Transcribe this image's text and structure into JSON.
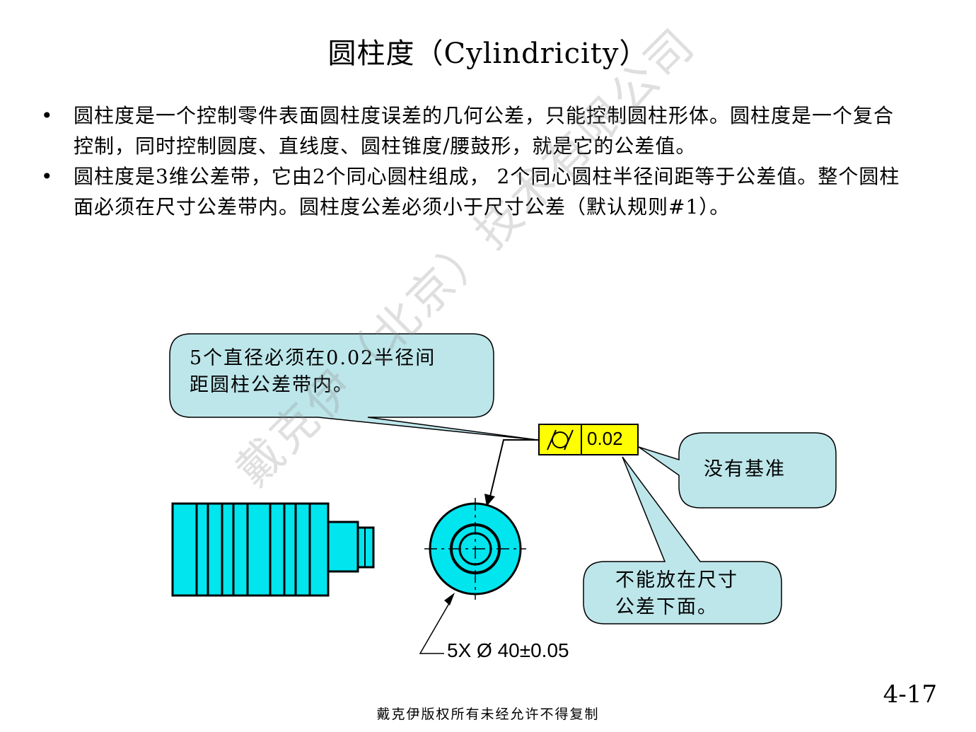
{
  "title": "圆柱度（Cylindricity）",
  "bullets": [
    "圆柱度是一个控制零件表面圆柱度误差的几何公差，只能控制圆柱形体。圆柱度是一个复合控制，同时控制圆度、直线度、圆柱锥度/腰鼓形，就是它的公差值。",
    "圆柱度是3维公差带，它由2个同心圆柱组成， 2个同心圆柱半径间距等于公差值。整个圆柱面必须在尺寸公差带内。圆柱度公差必须小于尺寸公差（默认规则#1）。"
  ],
  "bullet_marker": "•",
  "watermark": "戴克伊（北京）技术有限公司",
  "callouts": {
    "zone": [
      "5个直径必须在0.02半径间",
      "距圆柱公差带内。"
    ],
    "no_datum": "没有基准",
    "placement": [
      "不能放在尺寸",
      "公差下面。"
    ]
  },
  "feature_control_frame": {
    "symbol": "cylindricity-symbol",
    "tolerance": "0.02"
  },
  "dimension": "5X Ø 40±0.05",
  "page_number": "4-17",
  "footer": "戴克伊版权所有未经允许不得复制",
  "colors": {
    "part": "#00E5EE",
    "callout_fill": "#BDE6EA",
    "frame_fill": "#FFFF00"
  }
}
